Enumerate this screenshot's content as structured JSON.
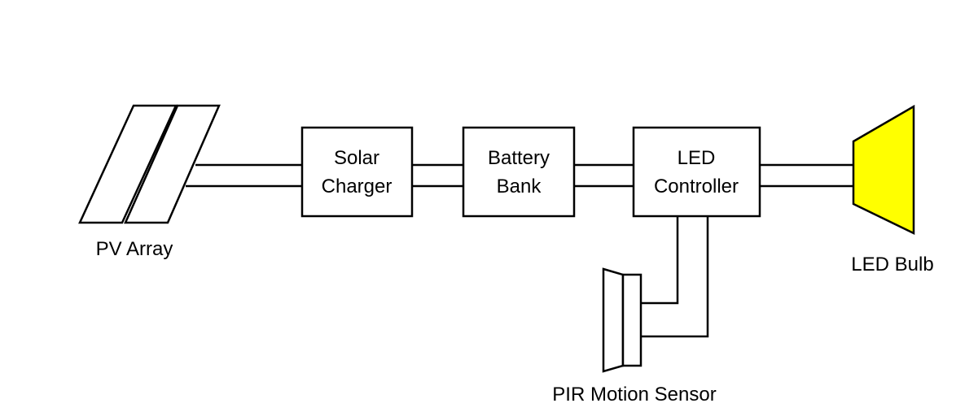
{
  "diagram": {
    "blocks": {
      "solar_charger": {
        "line1": "Solar",
        "line2": "Charger"
      },
      "battery_bank": {
        "line1": "Battery",
        "line2": "Bank"
      },
      "led_controller": {
        "line1": "LED",
        "line2": "Controller"
      }
    },
    "components": {
      "pv_array": {
        "label": "PV Array"
      },
      "led_bulb": {
        "label": "LED Bulb",
        "color": "#ffff00"
      },
      "pir_sensor": {
        "label": "PIR Motion Sensor"
      }
    }
  }
}
